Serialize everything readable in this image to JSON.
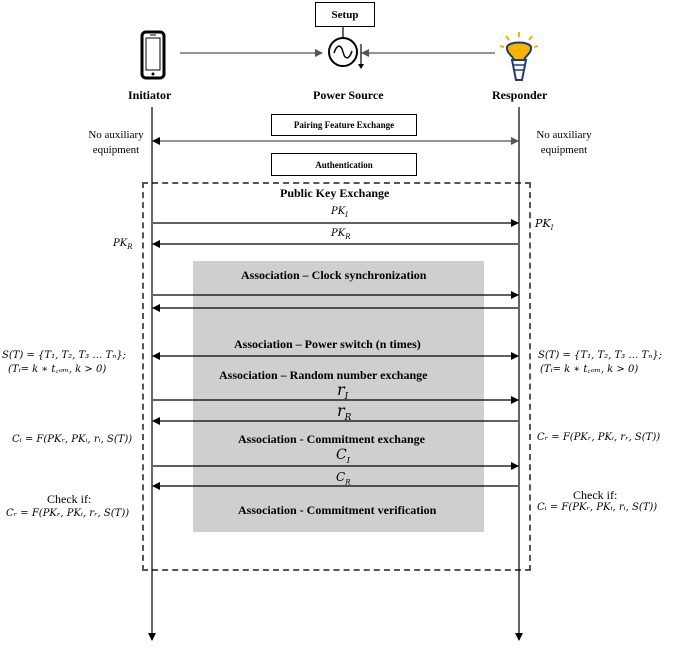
{
  "setup": "Setup",
  "actors": {
    "initiator": "Initiator",
    "power_source": "Power Source",
    "responder": "Responder"
  },
  "no_aux_left": [
    "No auxiliary",
    "equipment"
  ],
  "no_aux_right": [
    "No auxiliary",
    "equipment"
  ],
  "pairing": "Pairing Feature Exchange",
  "authentication": "Authentication",
  "public_key_exchange": "Public Key Exchange",
  "pk_i_label": "PK",
  "pk_i_sub": "I",
  "pk_r_label": "PK",
  "pk_r_sub": "R",
  "pk_i_right": "PK",
  "pk_r_left": "PK",
  "phases": {
    "clock": "Association – Clock synchronization",
    "power": "Association –  Power switch (n times)",
    "random": "Association  ‒  Random number exchange",
    "commitment": "Association - Commitment exchange",
    "verification": "Association - Commitment verification"
  },
  "msgs": {
    "r_i": "r",
    "r_i_sub": "I",
    "r_r": "r",
    "r_r_sub": "R",
    "c_i": "C",
    "c_i_sub": "I",
    "c_r": "C",
    "c_r_sub": "R"
  },
  "left_set": "S(T) = {T₁, T₂, T₃ … Tₙ};",
  "left_ti": "(Tᵢ= k ∗ t꜀ₒₘ, k > 0)",
  "right_set": "S(T) = {T₁, T₂, T₃ … Tₙ};",
  "right_ti": "(Tᵢ= k ∗ t꜀ₒₘ, k > 0)",
  "left_ci": "Cᵢ = F(PKᵣ, PKᵢ, rᵢ, S(T))",
  "right_cr": "Cᵣ = F(PKᵣ, PKᵢ, rᵣ, S(T))",
  "left_check": "Check if:",
  "left_check_eq": "Cᵣ = F(PKᵣ, PKᵢ, rᵣ, S(T))",
  "right_check": "Check if:",
  "right_check_eq": "Cᵢ = F(PKᵣ, PKᵢ, rᵢ, S(T))",
  "icons": [
    "phone-icon",
    "power-source-icon",
    "bulb-icon"
  ]
}
